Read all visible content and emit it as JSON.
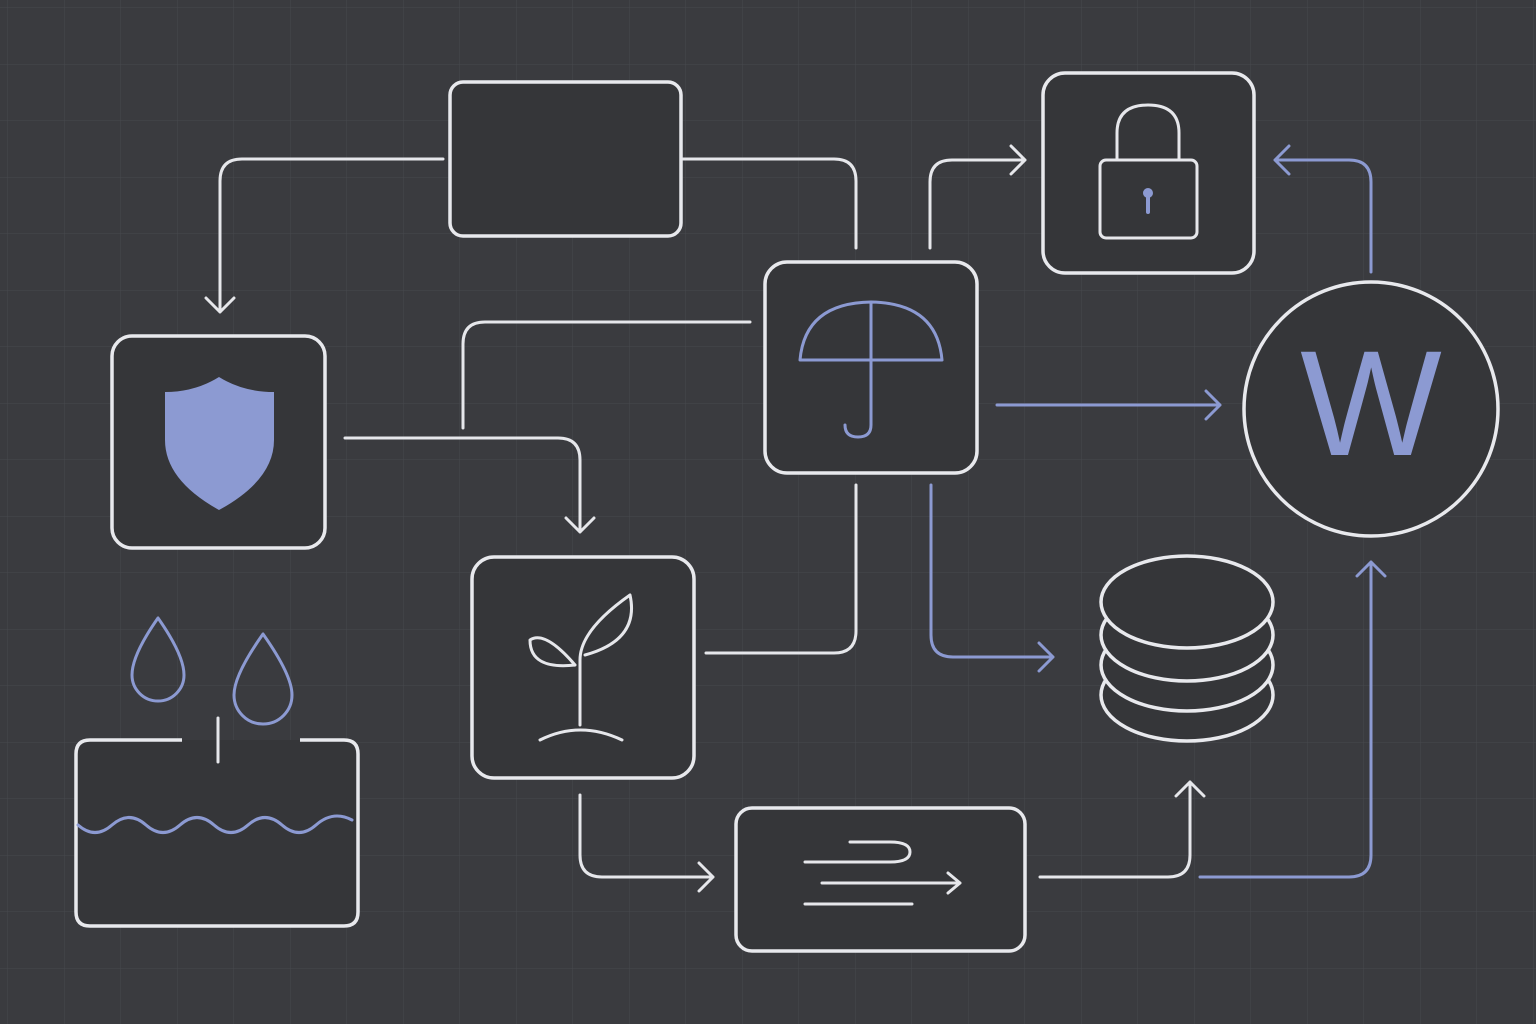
{
  "colors": {
    "background": "#3a3b3f",
    "node_fill": "#353639",
    "stroke": "#e8e9ed",
    "accent": "#8c9ad2",
    "grid": "#47484d"
  },
  "nodes": [
    {
      "id": "blank-box",
      "icon": "none"
    },
    {
      "id": "lock",
      "icon": "lock-icon"
    },
    {
      "id": "umbrella",
      "icon": "umbrella-icon"
    },
    {
      "id": "shield",
      "icon": "shield-icon"
    },
    {
      "id": "plant",
      "icon": "sprout-icon"
    },
    {
      "id": "wind",
      "icon": "wind-icon"
    },
    {
      "id": "tank",
      "icon": "water-tank-icon"
    },
    {
      "id": "database",
      "icon": "database-icon"
    },
    {
      "id": "circle-w",
      "icon": "w-logo"
    }
  ],
  "circle_label": "W"
}
